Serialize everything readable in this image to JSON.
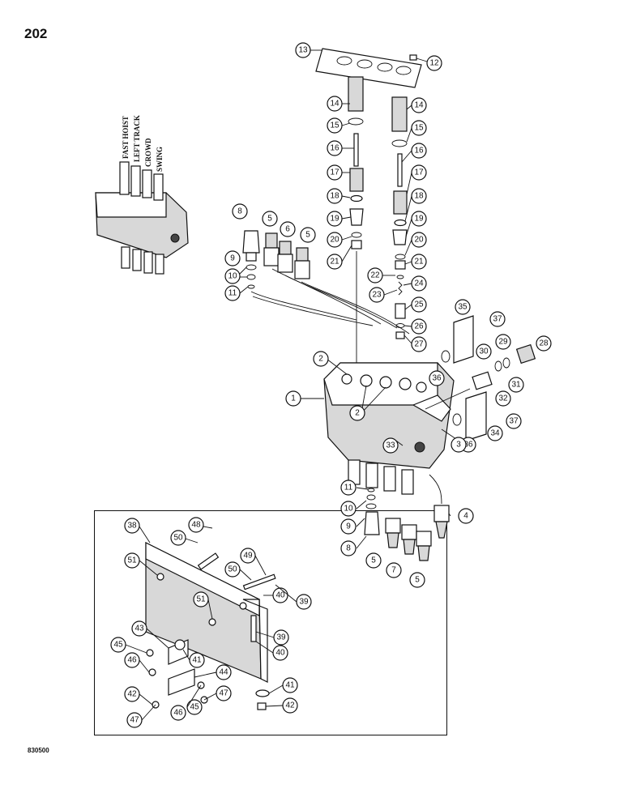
{
  "page": {
    "number": "202",
    "code": "830500"
  },
  "section_labels": [
    "FAST HOIST",
    "LEFT TRACK",
    "CROWD",
    "SWING"
  ],
  "callouts": [
    "1",
    "2",
    "2",
    "3",
    "4",
    "5",
    "5",
    "5",
    "5",
    "6",
    "7",
    "8",
    "8",
    "9",
    "9",
    "10",
    "10",
    "11",
    "11",
    "12",
    "13",
    "14",
    "14",
    "15",
    "15",
    "16",
    "16",
    "17",
    "17",
    "18",
    "18",
    "19",
    "19",
    "20",
    "20",
    "21",
    "21",
    "22",
    "23",
    "24",
    "25",
    "26",
    "27",
    "28",
    "29",
    "30",
    "31",
    "32",
    "33",
    "34",
    "35",
    "36",
    "36",
    "37",
    "37",
    "38",
    "39",
    "39",
    "40",
    "40",
    "41",
    "41",
    "42",
    "42",
    "43",
    "44",
    "45",
    "45",
    "46",
    "46",
    "47",
    "47",
    "48",
    "49",
    "50",
    "50",
    "51",
    "51"
  ]
}
